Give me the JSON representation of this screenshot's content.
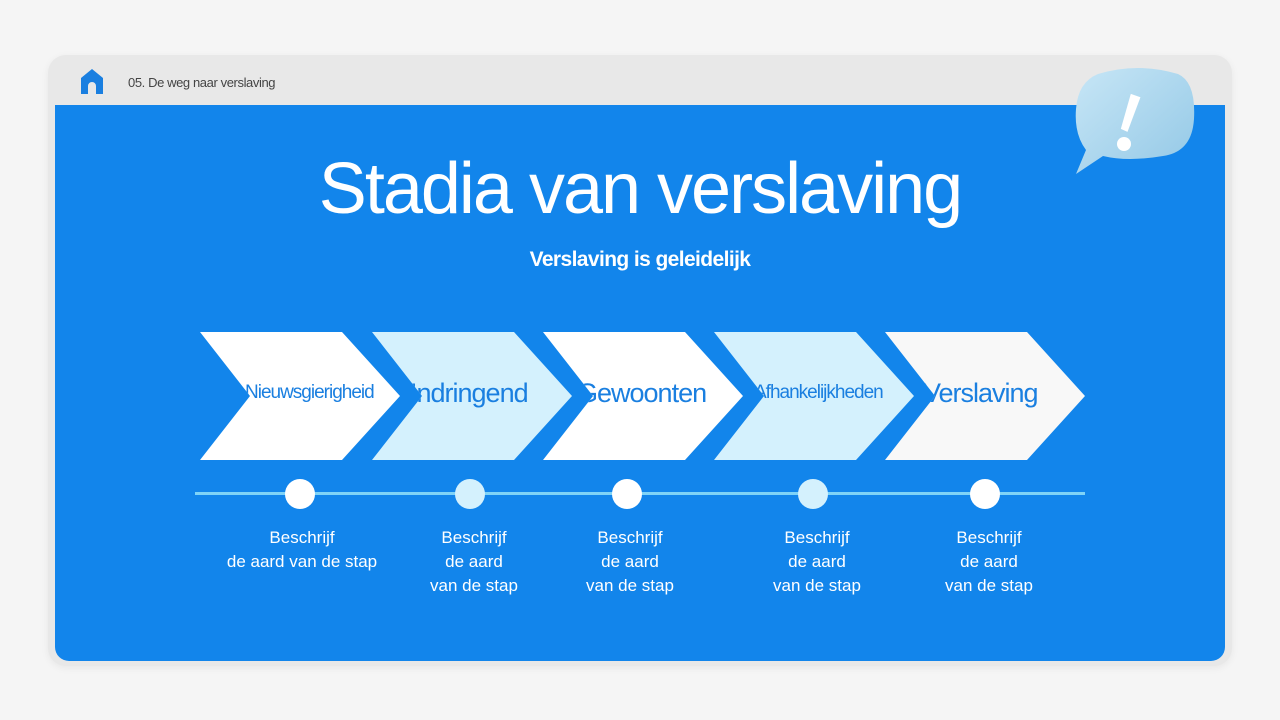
{
  "header": {
    "breadcrumb": "05. De weg naar verslaving",
    "home_icon": "home-icon"
  },
  "slide": {
    "title": "Stadia van verslaving",
    "subtitle": "Verslaving is geleidelijk"
  },
  "colors": {
    "panel": "#1285eb",
    "chevron_white": "#ffffff",
    "chevron_light": "#d4f1fd",
    "text_blue": "#1a7fe0",
    "line": "#7fd3f7"
  },
  "steps": [
    {
      "label": "Nieuwsgierigheid",
      "desc1": "Beschrijf",
      "desc2": "de aard van de stap",
      "desc3": ""
    },
    {
      "label": "Indringend",
      "desc1": "Beschrijf",
      "desc2": "de aard",
      "desc3": "van de stap"
    },
    {
      "label": "Gewoonten",
      "desc1": "Beschrijf",
      "desc2": "de aard",
      "desc3": "van de stap"
    },
    {
      "label": "Afhankelijkheden",
      "desc1": "Beschrijf",
      "desc2": "de aard",
      "desc3": "van de stap"
    },
    {
      "label": "Verslaving",
      "desc1": "Beschrijf",
      "desc2": "de aard",
      "desc3": "van de stap"
    }
  ],
  "decoration": "exclamation-speech-bubble-icon"
}
